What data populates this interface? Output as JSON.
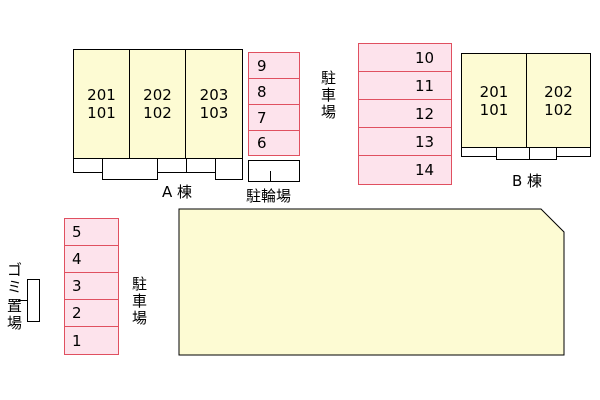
{
  "building_a": {
    "units": [
      {
        "upper": "201",
        "lower": "101"
      },
      {
        "upper": "202",
        "lower": "102"
      },
      {
        "upper": "203",
        "lower": "103"
      }
    ],
    "label": "A 棟"
  },
  "building_b": {
    "units": [
      {
        "upper": "201",
        "lower": "101"
      },
      {
        "upper": "202",
        "lower": "102"
      }
    ],
    "label": "B 棟"
  },
  "parking_small": {
    "slots": [
      "9",
      "8",
      "7",
      "6"
    ],
    "label": [
      "駐",
      "車",
      "場"
    ]
  },
  "parking_middle": {
    "slots": [
      "10",
      "11",
      "12",
      "13",
      "14"
    ]
  },
  "parking_left": {
    "slots": [
      "5",
      "4",
      "3",
      "2",
      "1"
    ],
    "label": [
      "駐",
      "車",
      "場"
    ]
  },
  "bicycle_parking": {
    "label": "駐輪場"
  },
  "garbage": {
    "label_top": [
      "ゴ",
      "ミ"
    ],
    "label_bottom": [
      "置",
      "場"
    ]
  },
  "colors": {
    "building_fill": "#fdfbd3",
    "parking_fill": "#fde3ec",
    "parking_border": "#e05060"
  }
}
